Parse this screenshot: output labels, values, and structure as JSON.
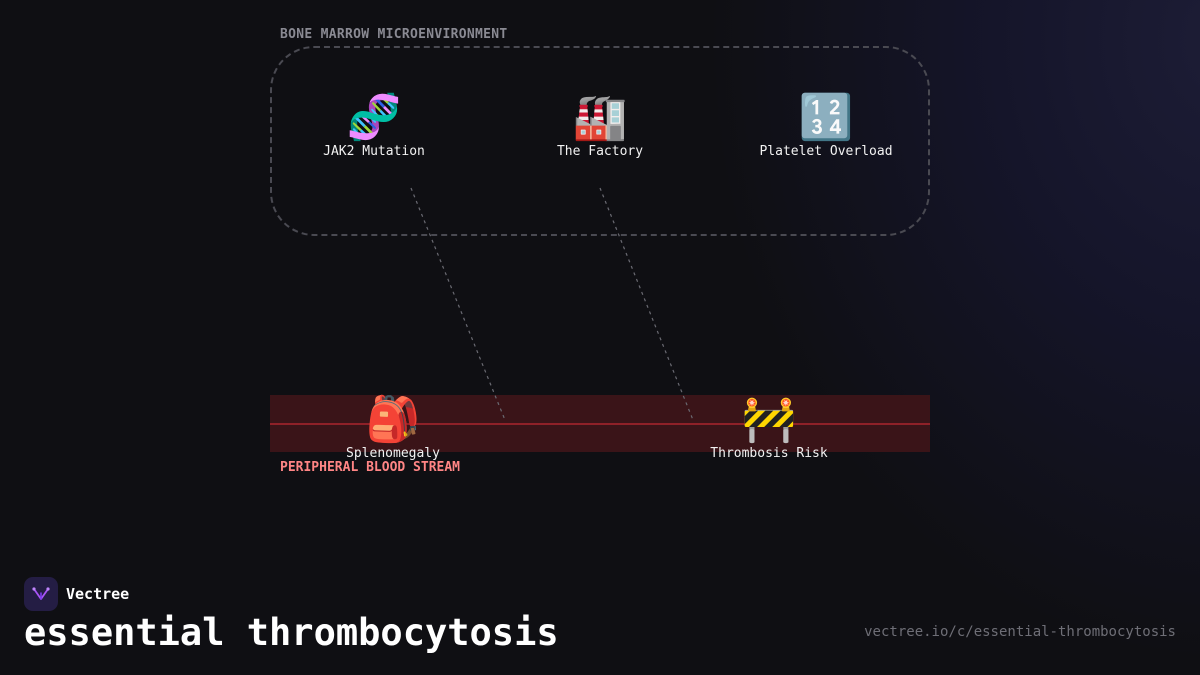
{
  "diagram": {
    "marrow_region_label": "BONE MARROW MICROENVIRONMENT",
    "stream_region_label": "PERIPHERAL BLOOD STREAM",
    "nodes": [
      {
        "id": "jak2",
        "icon": "dna-icon",
        "emoji": "🧬",
        "label": "JAK2 Mutation"
      },
      {
        "id": "factory",
        "icon": "factory-icon",
        "emoji": "🏭",
        "label": "The Factory"
      },
      {
        "id": "platelet",
        "icon": "numbers-icon",
        "emoji": "🔢",
        "label": "Platelet Overload"
      },
      {
        "id": "spleen",
        "icon": "backpack-icon",
        "emoji": "🎒",
        "label": "Splenomegaly"
      },
      {
        "id": "thrombosis",
        "icon": "construction-barrier-icon",
        "emoji": "🚧",
        "label": "Thrombosis Risk"
      }
    ],
    "connections": [
      {
        "from": "JAK2 Mutation",
        "to": "Splenomegaly",
        "style": "dashed"
      },
      {
        "from": "The Factory",
        "to": "Thrombosis Risk",
        "style": "dashed"
      }
    ]
  },
  "brand": {
    "name": "Vectree",
    "logo_icon": "vectree-logo-icon"
  },
  "title": "essential thrombocytosis",
  "url": "vectree.io/c/essential-thrombocytosis",
  "colors": {
    "background": "#0f0f13",
    "stream_band": "#3a1418",
    "stream_line": "#8f2128",
    "stream_label": "#ff8585",
    "marrow_border": "#4a4a52",
    "accent": "#a855f7"
  }
}
